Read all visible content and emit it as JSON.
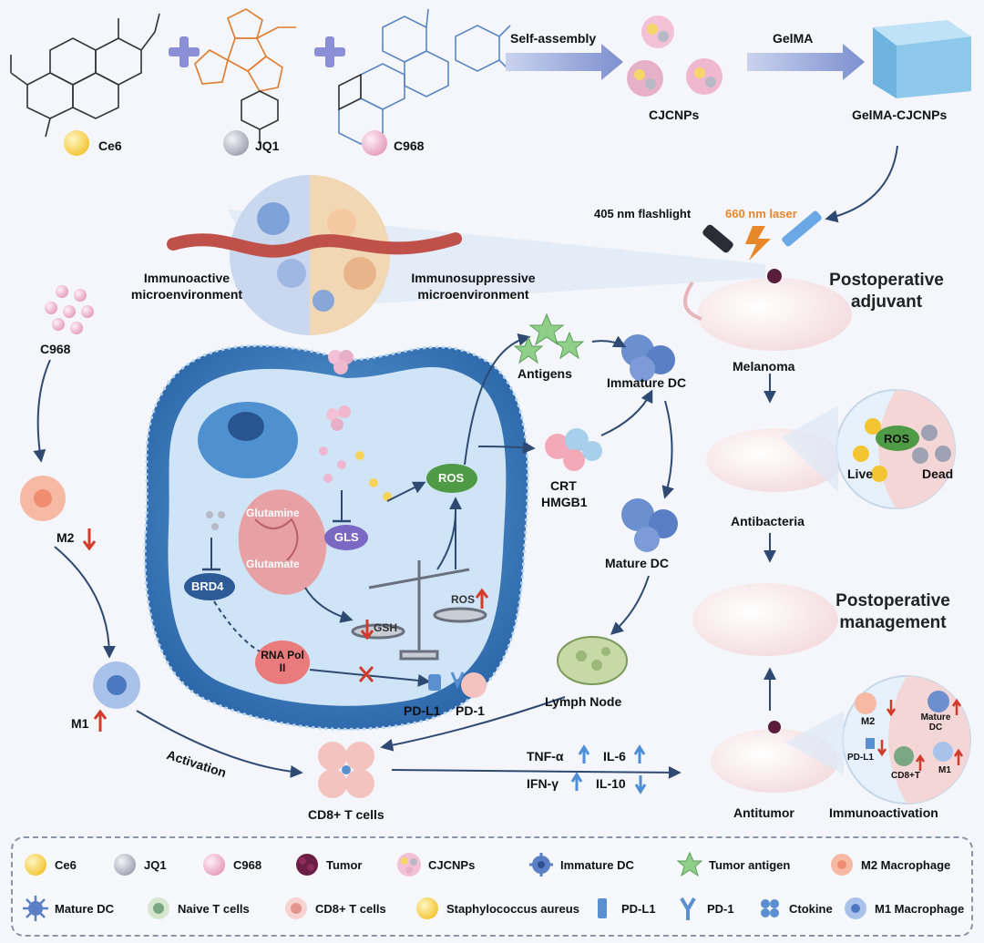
{
  "top_row": {
    "compounds": [
      {
        "id": "ce6",
        "label": "Ce6",
        "color": "#f7d35a"
      },
      {
        "id": "jq1",
        "label": "JQ1",
        "color": "#b7bac6"
      },
      {
        "id": "c968",
        "label": "C968",
        "color": "#eeb6cf"
      }
    ],
    "step1_label": "Self-assembly",
    "step1_result": "CJCNPs",
    "step2_label": "GelMA",
    "step2_result": "GelMA-CJCNPs"
  },
  "treatment": {
    "flashlight": "405 nm flashlight",
    "laser": "660 nm laser",
    "laser_color": "#e8862a"
  },
  "tumor": {
    "left_label": "Immunoactive microenvironment",
    "right_label": "Immunosuppressive microenvironment"
  },
  "left_path": {
    "c968": "C968",
    "m2": "M2",
    "m1": "M1",
    "activation": "Activation"
  },
  "cell": {
    "glutamine": "Glutamine",
    "glutamate": "Glutamate",
    "gls": "GLS",
    "brd4": "BRD4",
    "rna_pol": "RNA Pol II",
    "gsh": "GSH",
    "ros_scale": "ROS",
    "ros": "ROS",
    "pdl1": "PD-L1",
    "pd1": "PD-1"
  },
  "dc_path": {
    "antigens": "Antigens",
    "immature_dc": "Immature DC",
    "crt": "CRT",
    "hmgb1": "HMGB1",
    "mature_dc": "Mature DC",
    "lymph_node": "Lymph Node",
    "cd8": "CD8+ T cells"
  },
  "cytokines": {
    "tnf": "TNF-α",
    "il6": "IL-6",
    "ifn": "IFN-γ",
    "il10": "IL-10"
  },
  "right_col": {
    "postop_adjuvant": "Postoperative adjuvant",
    "melanoma": "Melanoma",
    "antibacteria": "Antibacteria",
    "live": "Live",
    "dead": "Dead",
    "ros": "ROS",
    "postop_management": "Postoperative management",
    "antitumor": "Antitumor",
    "immunoactivation": "Immunoactivation",
    "ia_m2": "M2",
    "ia_mature": "Mature DC",
    "ia_pdl1": "PD-L1",
    "ia_cd8": "CD8+T",
    "ia_m1": "M1"
  },
  "legend": [
    {
      "icon": "ce6-icon",
      "label": "Ce6"
    },
    {
      "icon": "jq1-icon",
      "label": "JQ1"
    },
    {
      "icon": "c968-icon",
      "label": "C968"
    },
    {
      "icon": "tumor-icon",
      "label": "Tumor"
    },
    {
      "icon": "cjcnps-icon",
      "label": "CJCNPs"
    },
    {
      "icon": "immature-dc-icon",
      "label": "Immature DC"
    },
    {
      "icon": "tumor-antigen-icon",
      "label": "Tumor antigen"
    },
    {
      "icon": "m2-macrophage-icon",
      "label": "M2 Macrophage"
    },
    {
      "icon": "mature-dc-icon",
      "label": "Mature DC"
    },
    {
      "icon": "naive-t-icon",
      "label": "Naive T cells"
    },
    {
      "icon": "cd8-t-icon",
      "label": "CD8+ T cells"
    },
    {
      "icon": "staph-icon",
      "label": "Staphylococcus aureus"
    },
    {
      "icon": "pdl1-icon",
      "label": "PD-L1"
    },
    {
      "icon": "pd1-icon",
      "label": "PD-1"
    },
    {
      "icon": "cytokine-icon",
      "label": "Ctokine"
    },
    {
      "icon": "m1-macrophage-icon",
      "label": "M1 Macrophage"
    }
  ],
  "colors": {
    "arrow": "#2e4a72",
    "cell_fill": "#3b7bbf",
    "up_arrow": "#d23a2a",
    "down_arrow": "#d23a2a"
  }
}
